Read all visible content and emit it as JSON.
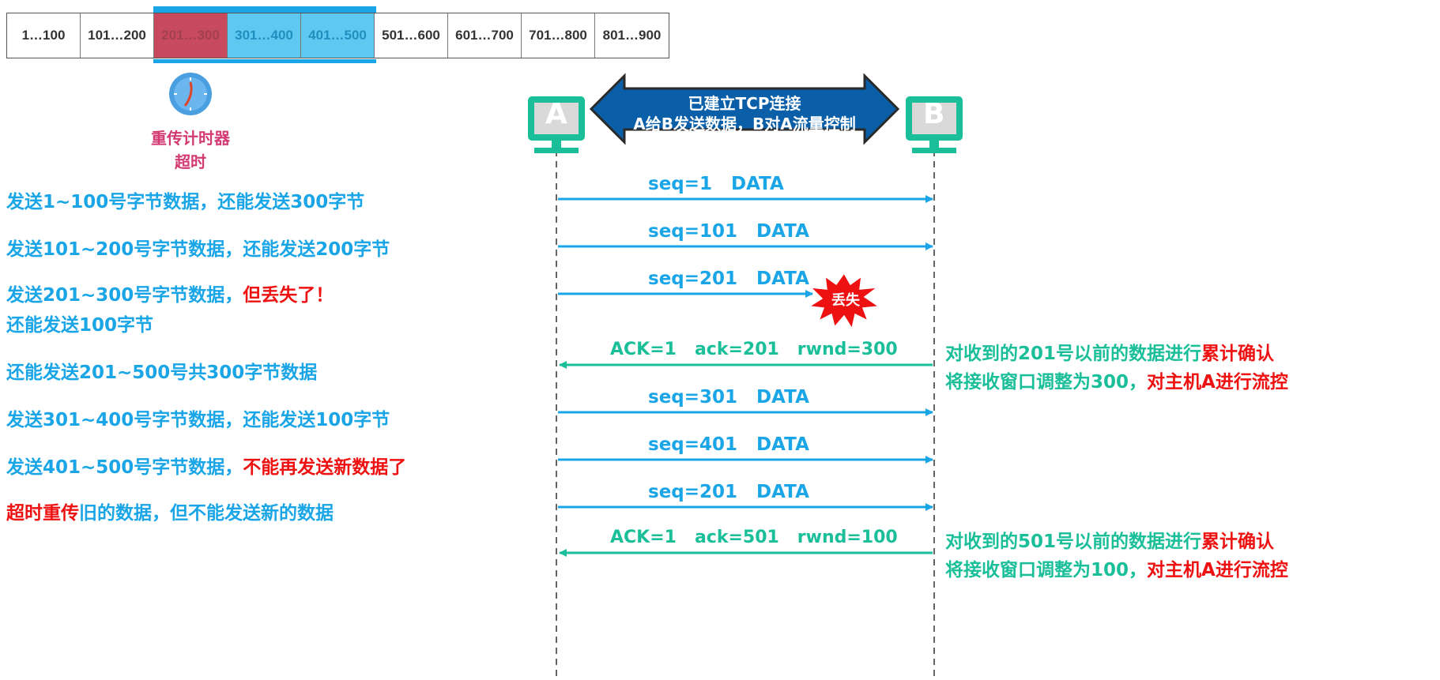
{
  "buffer": {
    "cells": [
      "1…100",
      "101…200",
      "201…300",
      "301…400",
      "401…500",
      "501…600",
      "601…700",
      "701…800",
      "801…900"
    ],
    "lost_cell_index": 2,
    "window_cells": [
      2,
      3,
      4
    ]
  },
  "timer": {
    "label_line1": "重传计时器",
    "label_line2": "超时"
  },
  "hosts": {
    "a": "A",
    "b": "B"
  },
  "banner": {
    "line1": "已建立TCP连接",
    "line2": "A给B发送数据，B对A流量控制"
  },
  "left_notes": [
    {
      "parts": [
        "发送1~100号字节数据，还能发送300字节"
      ]
    },
    {
      "parts": [
        "发送101~200号字节数据，还能发送200字节"
      ]
    },
    {
      "parts": [
        "发送201~300号字节数据，",
        "但丢失了！"
      ],
      "line2": "还能发送100字节"
    },
    {
      "parts": [
        "还能发送201~500号共300字节数据"
      ]
    },
    {
      "parts": [
        "发送301~400号字节数据，还能发送100字节"
      ]
    },
    {
      "parts": [
        "发送401~500号字节数据，",
        "不能再发送新数据了"
      ]
    },
    {
      "parts": [
        "超时重传",
        "旧的数据，但不能发送新的数据"
      ]
    }
  ],
  "messages": [
    {
      "label": "seq=1   DATA",
      "dir": "AtoB"
    },
    {
      "label": "seq=101   DATA",
      "dir": "AtoB"
    },
    {
      "label": "seq=201   DATA",
      "dir": "AtoB",
      "lost": true
    },
    {
      "label": "ACK=1   ack=201   rwnd=300",
      "dir": "BtoA"
    },
    {
      "label": "seq=301   DATA",
      "dir": "AtoB"
    },
    {
      "label": "seq=401   DATA",
      "dir": "AtoB"
    },
    {
      "label": "seq=201   DATA",
      "dir": "AtoB"
    },
    {
      "label": "ACK=1   ack=501   rwnd=100",
      "dir": "BtoA"
    }
  ],
  "lost_label": "丢失",
  "right_notes": [
    {
      "line1_a": "对收到的201号以前的数据进行",
      "line1_b": "累计确认",
      "line2_a": "将接收窗口调整为300，",
      "line2_b": "对主机A进行流控"
    },
    {
      "line1_a": "对收到的501号以前的数据进行",
      "line1_b": "累计确认",
      "line2_a": "将接收窗口调整为100，",
      "line2_b": "对主机A进行流控"
    }
  ],
  "colors": {
    "blue": "#1aa5e6",
    "green": "#1abf99",
    "red": "#ee1111",
    "timer": "#d43a72",
    "banner": "#0a5fa8"
  }
}
